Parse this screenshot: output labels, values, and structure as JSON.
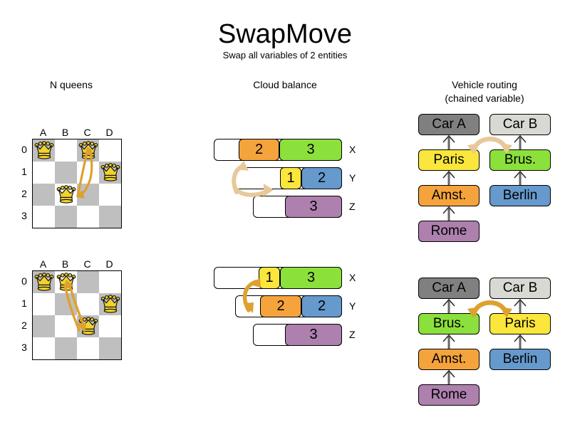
{
  "title": "SwapMove",
  "subtitle": "Swap all variables of 2 entities",
  "sections": {
    "nqueens": {
      "title": "N queens"
    },
    "cloud": {
      "title": "Cloud balance"
    },
    "vrp": {
      "title_line1": "Vehicle routing",
      "title_line2": "(chained variable)"
    }
  },
  "colors": {
    "orange": "#f5a33c",
    "green": "#8ce03c",
    "yellow": "#fae63c",
    "blue": "#6699cc",
    "purple": "#ad80ad",
    "gray_dark": "#808080",
    "gray_light": "#d9d9d4",
    "board_dark": "#bfbfbf",
    "board_light": "#ffffff",
    "arrow_light": "#e8c89a",
    "arrow_dark": "#dda12f",
    "queen_gold": "#f2d22e",
    "line_gray": "#666666"
  },
  "nqueens": {
    "column_labels": [
      "A",
      "B",
      "C",
      "D"
    ],
    "row_labels": [
      "0",
      "1",
      "2",
      "3"
    ],
    "before": {
      "queens": [
        {
          "col": "A",
          "row": "0"
        },
        {
          "col": "C",
          "row": "0"
        },
        {
          "col": "D",
          "row": "1"
        },
        {
          "col": "B",
          "row": "2"
        }
      ],
      "swap_from": {
        "col": "C",
        "row": "0"
      },
      "swap_to": {
        "col": "B",
        "row": "2"
      }
    },
    "after": {
      "queens": [
        {
          "col": "A",
          "row": "0"
        },
        {
          "col": "B",
          "row": "0"
        },
        {
          "col": "D",
          "row": "1"
        },
        {
          "col": "C",
          "row": "2"
        }
      ],
      "swap_from": {
        "col": "B",
        "row": "0"
      },
      "swap_to": {
        "col": "C",
        "row": "2"
      }
    }
  },
  "cloud": {
    "before": {
      "rows": [
        {
          "label": "X",
          "segments": [
            {
              "value": "2",
              "color": "orange"
            },
            {
              "value": "3",
              "color": "green"
            }
          ]
        },
        {
          "label": "Y",
          "segments": [
            {
              "value": "1",
              "color": "yellow"
            },
            {
              "value": "2",
              "color": "blue"
            }
          ]
        },
        {
          "label": "Z",
          "segments": [
            {
              "value": "3",
              "color": "purple"
            }
          ]
        }
      ]
    },
    "after": {
      "rows": [
        {
          "label": "X",
          "segments": [
            {
              "value": "1",
              "color": "yellow"
            },
            {
              "value": "3",
              "color": "green"
            }
          ]
        },
        {
          "label": "Y",
          "segments": [
            {
              "value": "2",
              "color": "orange"
            },
            {
              "value": "2",
              "color": "blue"
            }
          ]
        },
        {
          "label": "Z",
          "segments": [
            {
              "value": "3",
              "color": "purple"
            }
          ]
        }
      ]
    }
  },
  "vrp": {
    "before": {
      "vehicles": [
        {
          "name": "Car A",
          "chain": [
            "Paris",
            "Amst.",
            "Rome"
          ]
        },
        {
          "name": "Car B",
          "chain": [
            "Brus.",
            "Berlin"
          ]
        }
      ]
    },
    "after": {
      "vehicles": [
        {
          "name": "Car A",
          "chain": [
            "Brus.",
            "Amst.",
            "Rome"
          ]
        },
        {
          "name": "Car B",
          "chain": [
            "Paris",
            "Berlin"
          ]
        }
      ]
    },
    "labels": {
      "car_a": "Car A",
      "car_b": "Car B",
      "paris": "Paris",
      "brussels": "Brus.",
      "amsterdam": "Amst.",
      "berlin": "Berlin",
      "rome": "Rome"
    }
  }
}
